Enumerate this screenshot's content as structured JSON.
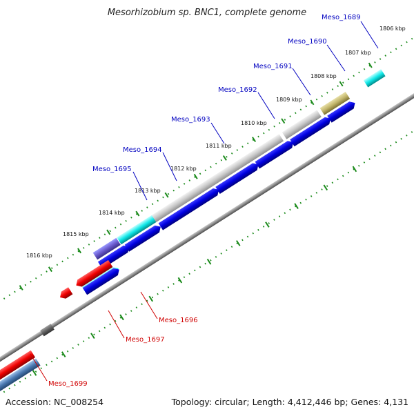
{
  "title": "Mesorhizobium sp. BNC1, complete genome",
  "footer": {
    "accession": "Accession: NC_008254",
    "summary": "Topology: circular; Length: 4,412,446 bp; Genes: 4,131"
  },
  "colors": {
    "forward_label": "#0000c0",
    "reverse_label": "#d00000",
    "tick": "#1a8a1a",
    "backbone": "#8c8c8c"
  },
  "ticks": [
    "1806 kbp",
    "1807 kbp",
    "1808 kbp",
    "1809 kbp",
    "1810 kbp",
    "1811 kbp",
    "1812 kbp",
    "1813 kbp",
    "1814 kbp",
    "1815 kbp",
    "1816 kbp"
  ],
  "genes": [
    {
      "label": "Meso_1689",
      "strand": "forward"
    },
    {
      "label": "Meso_1690",
      "strand": "forward"
    },
    {
      "label": "Meso_1691",
      "strand": "forward"
    },
    {
      "label": "Meso_1692",
      "strand": "forward"
    },
    {
      "label": "Meso_1693",
      "strand": "forward"
    },
    {
      "label": "Meso_1694",
      "strand": "forward"
    },
    {
      "label": "Meso_1695",
      "strand": "forward"
    },
    {
      "label": "Meso_1696",
      "strand": "reverse"
    },
    {
      "label": "Meso_1697",
      "strand": "reverse"
    },
    {
      "label": "Meso_1699",
      "strand": "reverse"
    }
  ]
}
